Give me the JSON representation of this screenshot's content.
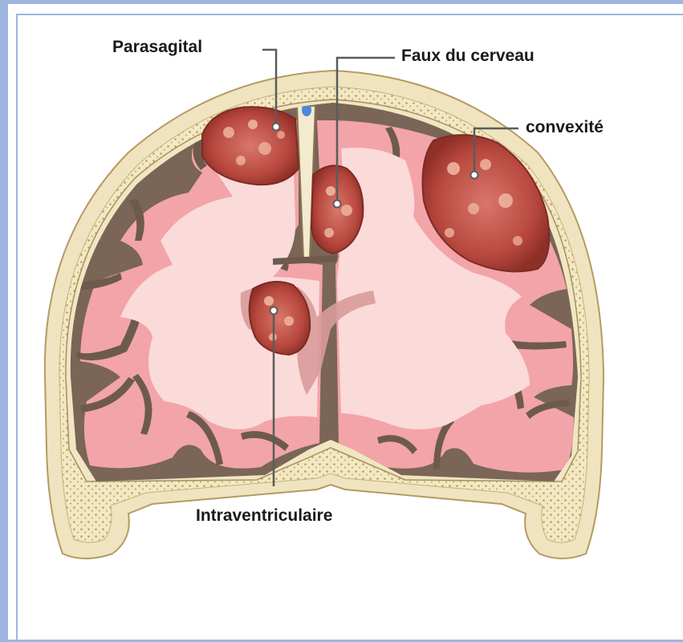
{
  "labels": {
    "parasagital": "Parasagital",
    "faux": "Faux du cerveau",
    "convexite": "convexité",
    "intraventriculaire": "Intraventriculaire"
  },
  "colors": {
    "frame": "#9db5df",
    "skull": "#f2e8c6",
    "bone_dots": "#b89c5a",
    "dura": "#7d6858",
    "white_matter": "#f9d4d4",
    "gray_matter": "#f2a3a8",
    "tumor": "#b8483e",
    "tumor_highlight": "#f0b8a4",
    "ventricle": "#d49494",
    "leader_line": "#5a5a5a"
  },
  "icons": {
    "pointer_dot": "pointer-dot-icon"
  }
}
